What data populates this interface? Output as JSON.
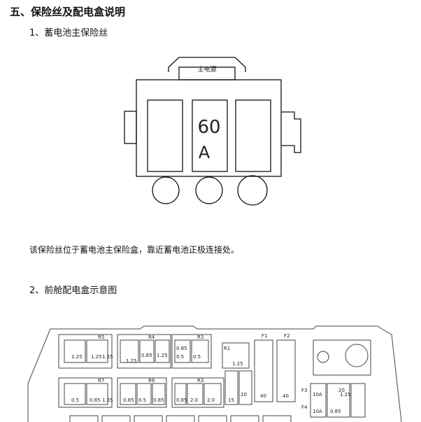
{
  "section_title": "五、保险丝及配电盒说明",
  "subsection_1": "1、蓄电池主保险丝",
  "main_fuse": {
    "tab_label": "主电源",
    "rating_value": "60",
    "rating_unit": "A"
  },
  "description": "该保险丝位于蓄电池主保险盒，靠近蓄电池正极连接处。",
  "subsection_2": "2、前舱配电盒示意图",
  "front_box": {
    "relay_labels": [
      "R5",
      "R4",
      "R3",
      "R7",
      "R6",
      "R3",
      "R1"
    ],
    "fuse_labels": [
      "F1",
      "F2",
      "F3",
      "F4"
    ],
    "fuse_values": [
      "1.25",
      "1.25",
      "1.35",
      "1.25",
      "0.85",
      "1.25",
      "0.85",
      "0.5",
      "0.5",
      "0.5",
      "0.85",
      "1.35",
      "0.85",
      "0.5",
      "0.85",
      "0.85",
      "2.0",
      "2.0",
      "15",
      "20",
      "1.25",
      "40",
      "40",
      "20",
      "10A",
      "10A",
      "0.85",
      "1.25"
    ]
  }
}
